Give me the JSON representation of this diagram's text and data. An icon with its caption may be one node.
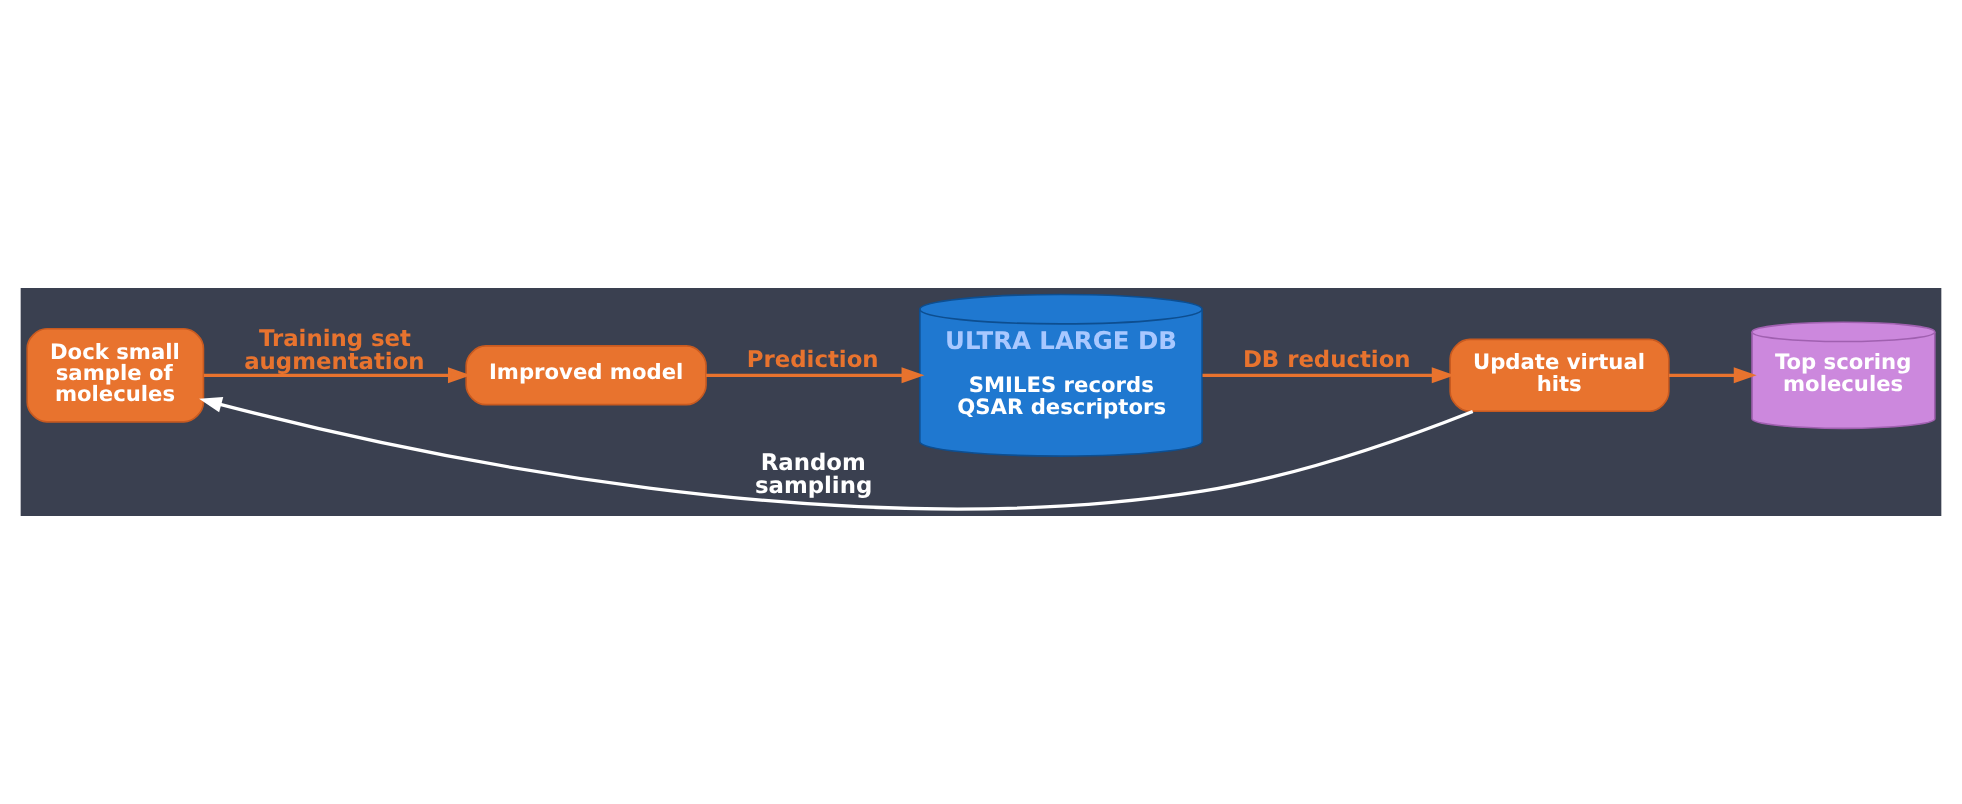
{
  "diagram": {
    "nodes": [
      {
        "text": [
          "Dock small sample of molecules"
        ]
      },
      {
        "text": [
          "Improved model"
        ]
      },
      {
        "text": [
          "ULTRA LARGE DB",
          "SMILES records QSAR descriptors"
        ]
      },
      {
        "text": [
          "Update virtual hits"
        ]
      },
      {
        "text": [
          "Top scoring molecules"
        ]
      }
    ],
    "edges": [
      {
        "from": 3,
        "to": 0,
        "arrow": "to",
        "label": "Random sampling",
        "color": "#ffffff"
      },
      {
        "from": 0,
        "to": 1,
        "arrow": "to",
        "label": "Training set augmentation"
      },
      {
        "from": 1,
        "to": 2,
        "arrow": "to",
        "label": "Prediction"
      },
      {
        "from": 2,
        "to": 3,
        "arrow": "to",
        "label": "DB reduction"
      },
      {
        "from": 3,
        "to": 4,
        "arrow": "to"
      }
    ]
  }
}
